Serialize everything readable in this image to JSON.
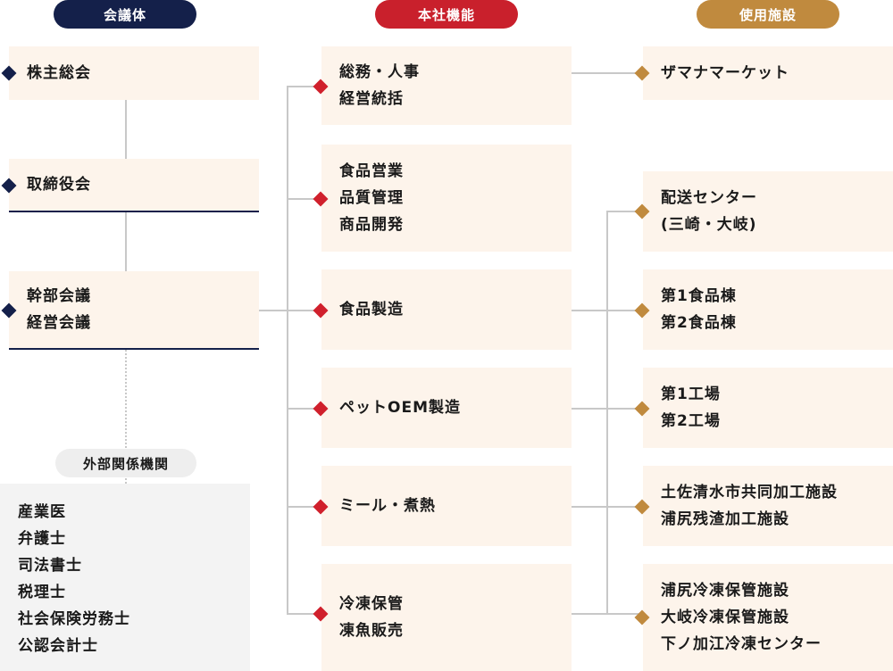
{
  "headers": {
    "governance": "会議体",
    "hq": "本社機能",
    "facilities": "使用施設"
  },
  "governance": [
    {
      "lines": [
        "株主総会"
      ]
    },
    {
      "lines": [
        "取締役会"
      ]
    },
    {
      "lines": [
        "幹部会議",
        "経営会議"
      ]
    }
  ],
  "external": {
    "label": "外部関係機関",
    "items": [
      "産業医",
      "弁護士",
      "司法書士",
      "税理士",
      "社会保険労務士",
      "公認会計士"
    ]
  },
  "hq_functions": [
    {
      "lines": [
        "総務・人事",
        "経営統括"
      ]
    },
    {
      "lines": [
        "食品営業",
        "品質管理",
        "商品開発"
      ]
    },
    {
      "lines": [
        "食品製造"
      ]
    },
    {
      "lines": [
        "ペットOEM製造"
      ]
    },
    {
      "lines": [
        "ミール・煮熱"
      ]
    },
    {
      "lines": [
        "冷凍保管",
        "凍魚販売"
      ]
    }
  ],
  "facilities": [
    {
      "lines": [
        "ザマナマーケット"
      ]
    },
    {
      "lines": [
        "配送センター",
        "(三崎・大岐)"
      ]
    },
    {
      "lines": [
        "第1食品棟",
        "第2食品棟"
      ]
    },
    {
      "lines": [
        "第1工場",
        "第2工場"
      ]
    },
    {
      "lines": [
        "土佐清水市共同加工施設",
        "浦尻残渣加工施設"
      ]
    },
    {
      "lines": [
        "浦尻冷凍保管施設",
        "大岐冷凍保管施設",
        "下ノ加江冷凍センター"
      ]
    }
  ],
  "colors": {
    "navy": "#14204a",
    "red": "#c9202c",
    "gold": "#c08a3e",
    "box_bg": "#fdf4eb"
  }
}
